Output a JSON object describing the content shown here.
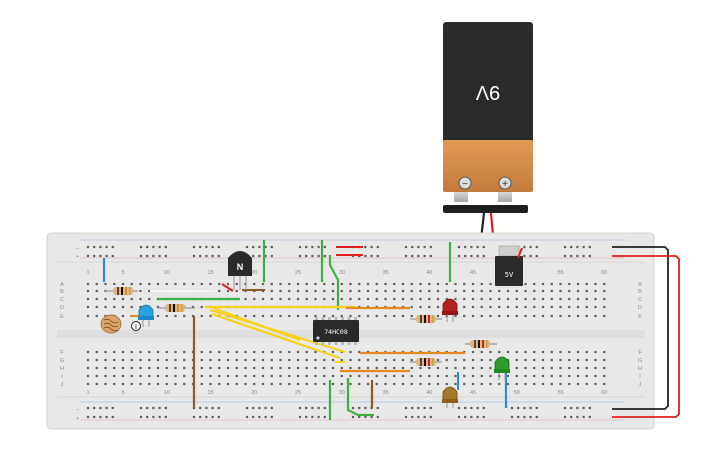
{
  "battery": {
    "label": "9V",
    "minus": "−",
    "plus": "+"
  },
  "regulator": {
    "label": "5V"
  },
  "chip": {
    "label": "74HC08"
  },
  "transistor": {
    "label": "N"
  },
  "photoresistor_badge": {
    "label": "i"
  },
  "breadboard": {
    "column_numbers": [
      "1",
      "5",
      "10",
      "15",
      "20",
      "25",
      "30",
      "35",
      "40",
      "45",
      "50",
      "55",
      "60"
    ],
    "rows_top": [
      "A",
      "B",
      "C",
      "D",
      "E"
    ],
    "rows_bottom": [
      "F",
      "G",
      "H",
      "I",
      "J"
    ],
    "rail_minus": "−",
    "rail_plus": "+"
  },
  "colors": {
    "board": "#e8e8e8",
    "wire_green": "#3cb043",
    "wire_yellow": "#f4d31a",
    "wire_orange": "#e58a1f",
    "wire_red": "#e02020",
    "wire_blue": "#2a8fd0",
    "wire_brown": "#8b5a2b",
    "wire_black": "#222222",
    "battery_body": "#2b2b2b",
    "battery_copper": "#d08a4a"
  }
}
